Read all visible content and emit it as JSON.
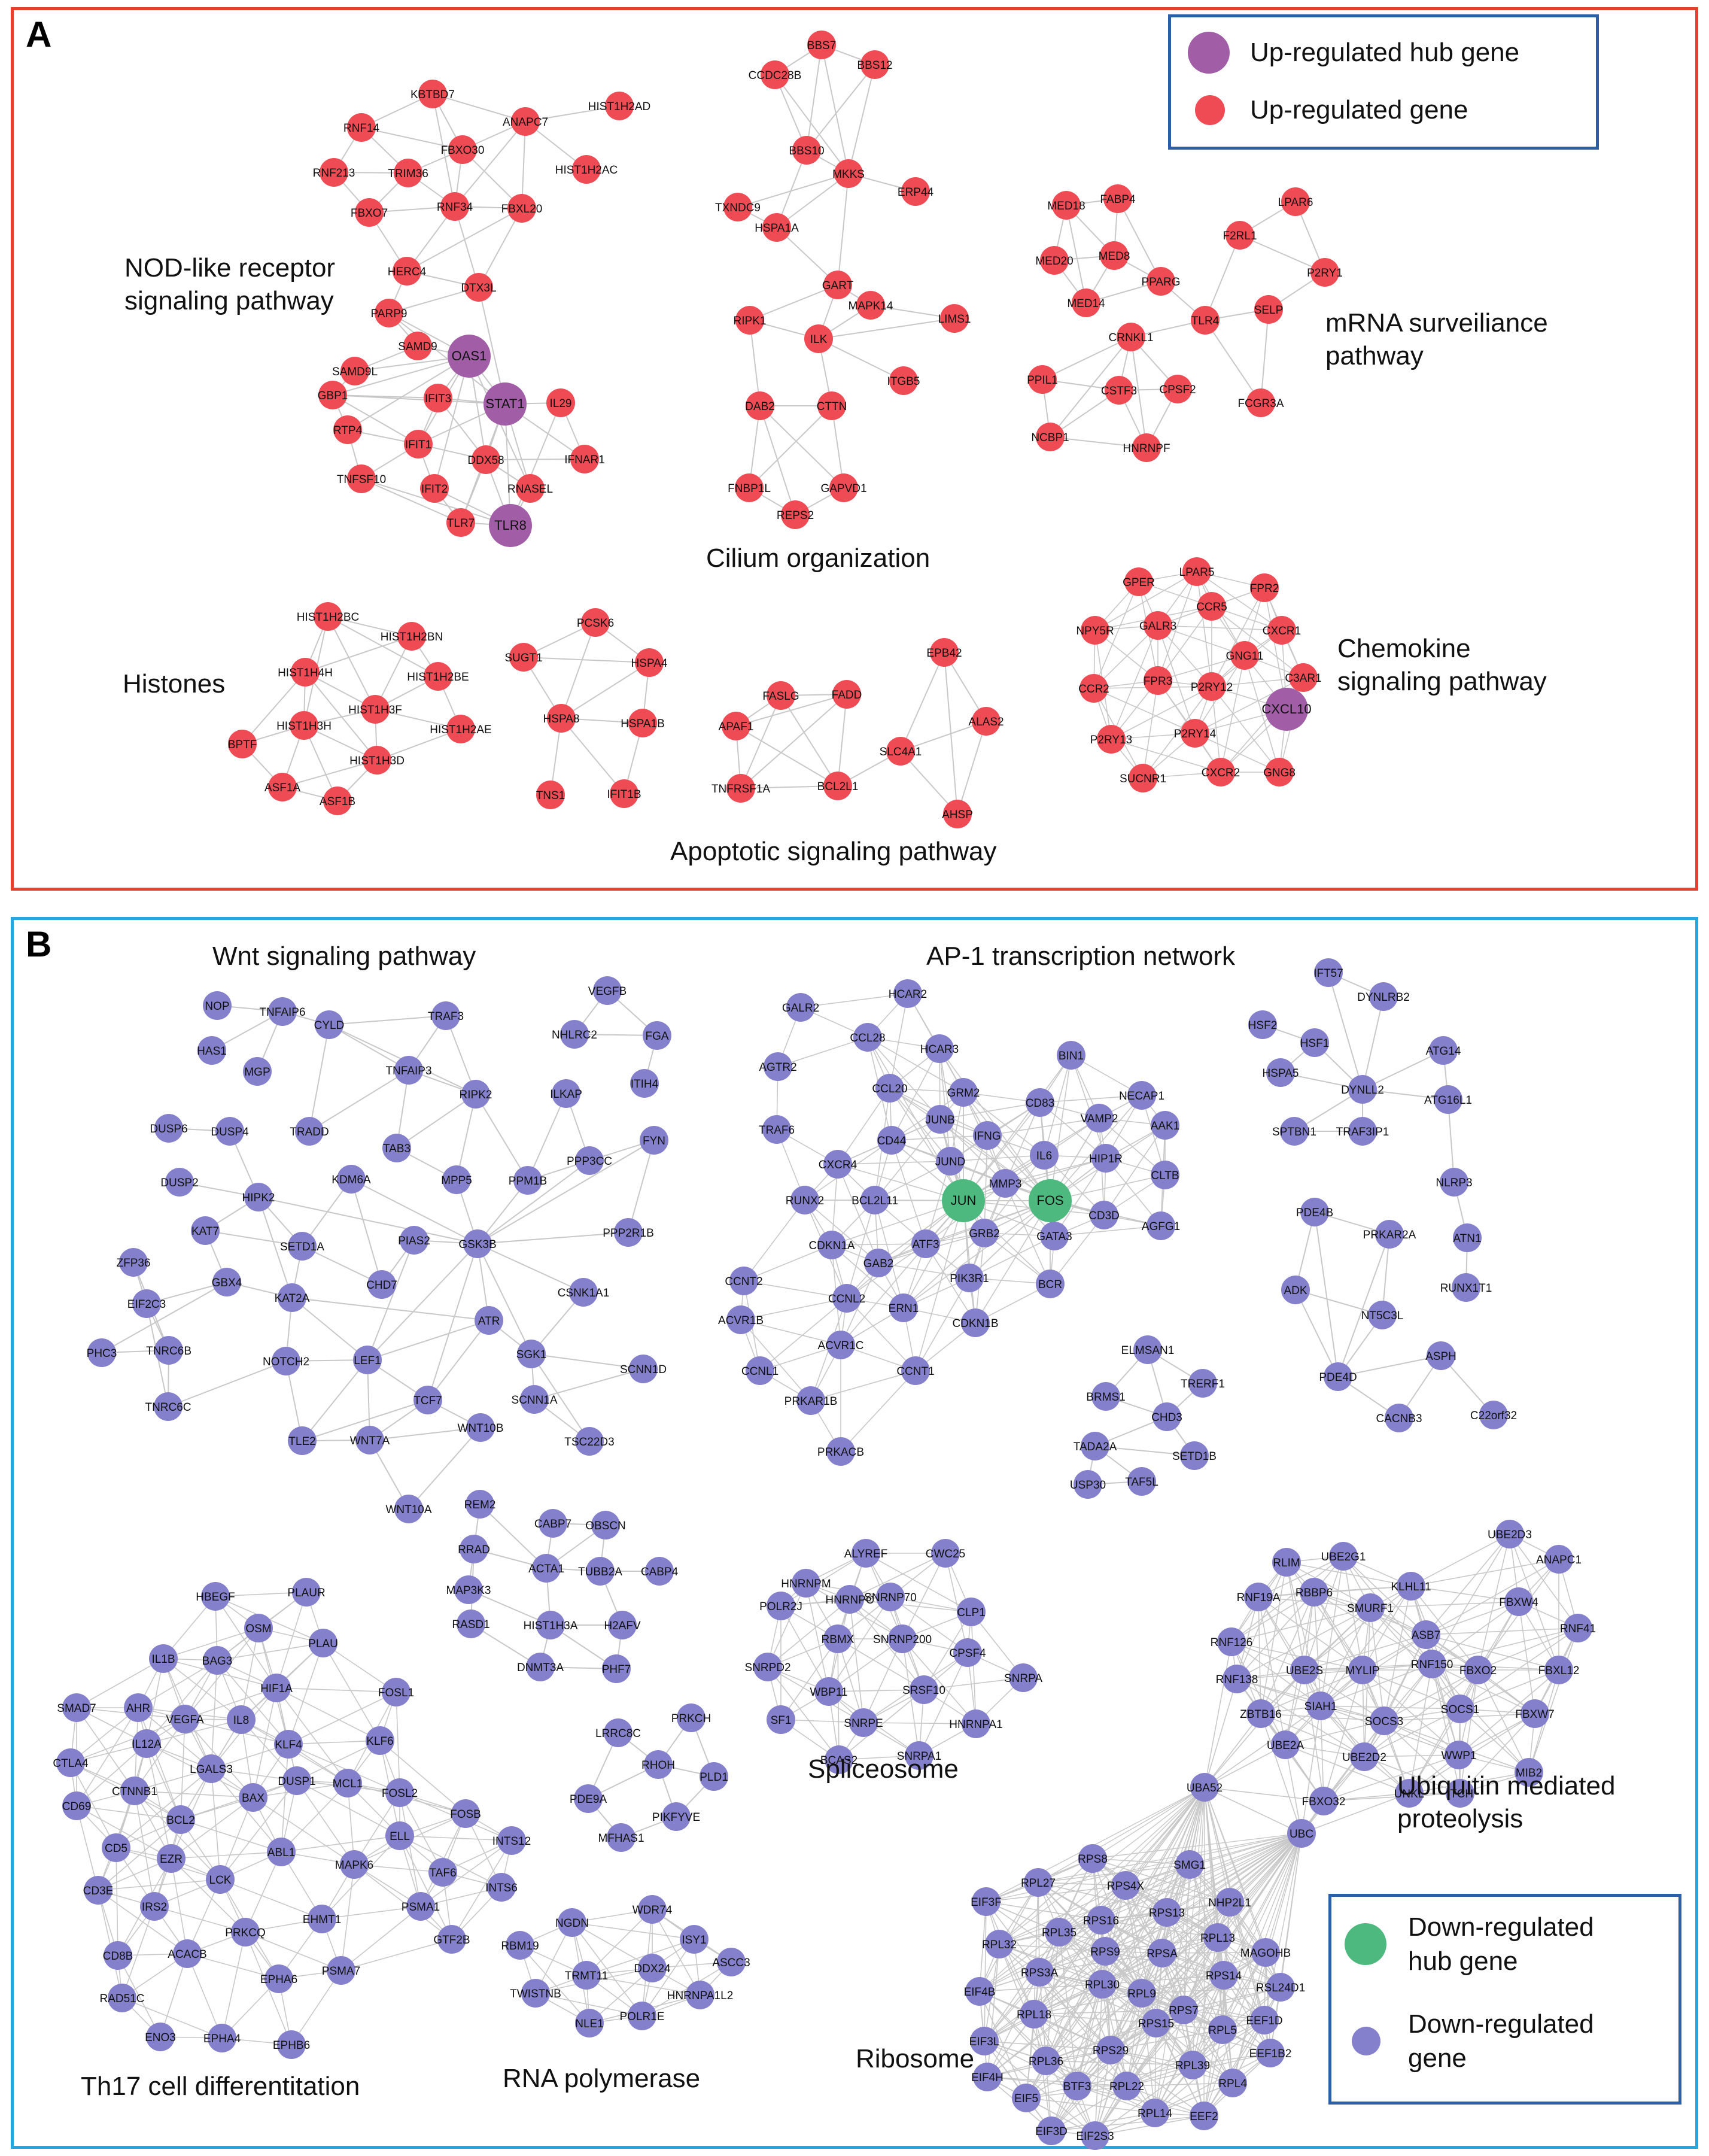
{
  "colors": {
    "up_gene": "#ef4b55",
    "up_hub": "#a15ea6",
    "down_gene": "#8480cc",
    "down_hub": "#4db97e",
    "edge": "#c8c8c8",
    "panel_a_border": "#e8402f",
    "panel_b_border": "#27a7e0",
    "legend_border": "#2d5fa8"
  },
  "panels": {
    "a": {
      "label": "A",
      "legend": {
        "hub": "Up-regulated hub gene",
        "gene": "Up-regulated gene"
      },
      "captions": {
        "nod": "NOD-like receptor\nsignaling pathway",
        "cilium": "Cilium organization",
        "mrna": "mRNA surveiliance\npathway",
        "histones": "Histones",
        "apoptotic": "Apoptotic signaling pathway",
        "chemokine": "Chemokine\nsignaling pathway"
      }
    },
    "b": {
      "label": "B",
      "legend": {
        "hub": "Down-regulated\nhub gene",
        "gene": "Down-regulated\ngene"
      },
      "captions": {
        "wnt": "Wnt signaling pathway",
        "ap1": "AP-1 transcription network",
        "th17": "Th17 cell differentitation",
        "rnapol": "RNA polymerase",
        "spliceosome": "Spliceosome",
        "ribosome": "Ribosome",
        "ubiquitin": "Ubiquitin mediated\nproteolysis"
      }
    }
  },
  "networks": [
    {
      "id": "nod",
      "regulation": "up",
      "hubs": [
        "OAS1",
        "STAT1",
        "TLR8"
      ],
      "genes": [
        "KBTBD7",
        "ANAPC7",
        "HIST1H2AD",
        "RNF14",
        "FBXO30",
        "HIST1H2AC",
        "RNF213",
        "TRIM36",
        "FBXO7",
        "RNF34",
        "FBXL20",
        "HERC4",
        "DTX3L",
        "PARP9",
        "SAMD9",
        "OAS1",
        "SAMD9L",
        "GBP1",
        "IFIT3",
        "STAT1",
        "IL29",
        "RTP4",
        "IFIT1",
        "DDX58",
        "IFNAR1",
        "TNFSF10",
        "IFIT2",
        "RNASEL",
        "TLR7",
        "TLR8"
      ]
    },
    {
      "id": "cilium",
      "regulation": "up",
      "hubs": [],
      "genes": [
        "BBS7",
        "BBS12",
        "CCDC28B",
        "BBS10",
        "MKKS",
        "ERP44",
        "TXNDC9",
        "HSPA1A",
        "GART",
        "MAPK14",
        "RIPK1",
        "ILK",
        "LIMS1",
        "ITGB5",
        "DAB2",
        "CTTN",
        "FNBP1L",
        "GAPVD1",
        "REPS2"
      ]
    },
    {
      "id": "mrna",
      "regulation": "up",
      "hubs": [],
      "genes": [
        "MED18",
        "FABP4",
        "LPAR6",
        "F2RL1",
        "MED20",
        "MED8",
        "P2RY1",
        "PPARG",
        "MED14",
        "TLR4",
        "SELP",
        "CRNKL1",
        "PPIL1",
        "CSTF3",
        "CPSF2",
        "FCGR3A",
        "NCBP1",
        "HNRNPF"
      ]
    },
    {
      "id": "histones",
      "regulation": "up",
      "hubs": [],
      "genes": [
        "HIST1H2BC",
        "HIST1H2BN",
        "HIST1H4H",
        "HIST1H2BE",
        "HIST1H3F",
        "HIST1H3H",
        "HIST1H2AE",
        "BPTF",
        "HIST1H3D",
        "ASF1A",
        "ASF1B"
      ]
    },
    {
      "id": "apoptotic",
      "regulation": "up",
      "hubs": [],
      "genes": [
        "PCSK6",
        "SUGT1",
        "HSPA4",
        "HSPA8",
        "HSPA1B",
        "TNS1",
        "IFIT1B",
        "EPB42",
        "FASLG",
        "FADD",
        "APAF1",
        "ALAS2",
        "SLC4A1",
        "TNFRSF1A",
        "BCL2L1",
        "AHSP"
      ]
    },
    {
      "id": "chemokine",
      "regulation": "up",
      "hubs": [
        "CXCL10"
      ],
      "genes": [
        "GPER",
        "LPAR5",
        "FPR2",
        "CCR5",
        "NPY5R",
        "GALR3",
        "CXCR1",
        "GNG11",
        "CCR2",
        "FPR3",
        "P2RY12",
        "C3AR1",
        "CXCL10",
        "P2RY13",
        "P2RY14",
        "CXCR2",
        "GNG8",
        "SUCNR1"
      ]
    },
    {
      "id": "wnt",
      "regulation": "down",
      "hubs": [],
      "genes": [
        "NOP",
        "TNFAIP6",
        "CYLD",
        "TRAF3",
        "VEGFB",
        "HAS1",
        "NHLRC2",
        "FGA",
        "MGP",
        "TNFAIP3",
        "ITIH4",
        "RIPK2",
        "ILKAP",
        "DUSP6",
        "DUSP4",
        "TRADD",
        "FYN",
        "TAB3",
        "PPP3CC",
        "MPP5",
        "PPM1B",
        "DUSP2",
        "HIPK2",
        "KDM6A",
        "KAT7",
        "SETD1A",
        "PPP2R1B",
        "ZFP36",
        "GBX4",
        "CHD7",
        "PIAS2",
        "GSK3B",
        "EIF2C3",
        "KAT2A",
        "CSNK1A1",
        "PHC3",
        "TNRC6B",
        "ATR",
        "NOTCH2",
        "LEF1",
        "SGK1",
        "SCNN1D",
        "TNRC6C",
        "TCF7",
        "SCNN1A",
        "TLE2",
        "WNT7A",
        "WNT10B",
        "TSC22D3",
        "WNT10A"
      ]
    },
    {
      "id": "ap1",
      "regulation": "down",
      "hubs": [
        "JUN",
        "FOS"
      ],
      "genes": [
        "HCAR2",
        "GALR2",
        "CCL28",
        "HCAR3",
        "AGTR2",
        "BIN1",
        "CCL20",
        "GRM2",
        "NECAP1",
        "JUNB",
        "CD83",
        "VAMP2",
        "AAK1",
        "TRAF6",
        "CD44",
        "IFNG",
        "IL6",
        "HIP1R",
        "CXCR4",
        "JUND",
        "MMP3",
        "CLTB",
        "RUNX2",
        "BCL2L11",
        "JUN",
        "FOS",
        "CD3D",
        "AGFG1",
        "GRB2",
        "GATA3",
        "CDKN1A",
        "ATF3",
        "GAB2",
        "PIK3R1",
        "BCR",
        "CCNT2",
        "CCNL2",
        "ERN1",
        "ACVR1B",
        "CDKN1B",
        "ACVR1C",
        "CCNL1",
        "CCNT1",
        "PRKAR1B",
        "PRKACB"
      ]
    },
    {
      "id": "misc1",
      "regulation": "down",
      "hubs": [],
      "genes": [
        "IFT57",
        "DYNLRB2",
        "HSF2",
        "HSF1",
        "ATG14",
        "HSPA5",
        "DYNLL2",
        "ATG16L1",
        "SPTBN1",
        "TRAF3IP1",
        "NLRP3",
        "PDE4B",
        "PRKAR2A",
        "ATN1",
        "ADK",
        "RUNX1T1",
        "NT5C3L",
        "ASPH",
        "PDE4D",
        "CACNB3",
        "C22orf32"
      ]
    },
    {
      "id": "misc2",
      "regulation": "down",
      "hubs": [],
      "genes": [
        "ELMSAN1",
        "BRMS1",
        "TRERF1",
        "CHD3",
        "TADA2A",
        "SETD1B",
        "USP30",
        "TAF5L"
      ]
    },
    {
      "id": "misc3",
      "regulation": "down",
      "hubs": [],
      "genes": [
        "REM2",
        "CABP7",
        "OBSCN",
        "RRAD",
        "ACTA1",
        "TUBB2A",
        "CABP4",
        "MAP3K3",
        "HIST1H3A",
        "H2AFV",
        "RASD1",
        "DNMT3A",
        "PHF7"
      ]
    },
    {
      "id": "misc4",
      "regulation": "down",
      "hubs": [],
      "genes": [
        "LRRC8C",
        "PRKCH",
        "RHOH",
        "PLD1",
        "PDE9A",
        "PIKFYVE",
        "MFHAS1"
      ]
    },
    {
      "id": "th17",
      "regulation": "down",
      "hubs": [],
      "genes": [
        "HBEGF",
        "PLAUR",
        "OSM",
        "IL1B",
        "BAG3",
        "PLAU",
        "HIF1A",
        "FOSL1",
        "SMAD7",
        "AHR",
        "VEGFA",
        "IL8",
        "KLF6",
        "IL12A",
        "KLF4",
        "CTLA4",
        "LGALS3",
        "DUSP1",
        "FOSL2",
        "CTNNB1",
        "BAX",
        "MCL1",
        "FOSB",
        "CD69",
        "BCL2",
        "ELL",
        "INTS12",
        "CD5",
        "EZR",
        "ABL1",
        "MAPK6",
        "TAF6",
        "INTS6",
        "CD3E",
        "LCK",
        "IRS2",
        "EHMT1",
        "PSMA1",
        "GTF2B",
        "CD8B",
        "ACACB",
        "PRKCQ",
        "RAD51C",
        "EPHA6",
        "PSMA7",
        "ENO3",
        "EPHA4",
        "EPHB6"
      ]
    },
    {
      "id": "rnapol",
      "regulation": "down",
      "hubs": [],
      "genes": [
        "NGDN",
        "WDR74",
        "RBM19",
        "ISY1",
        "ASCC3",
        "DDX24",
        "TRMT11",
        "TWISTNB",
        "HNRNPA1L2",
        "NLE1",
        "POLR1E"
      ]
    },
    {
      "id": "spliceosome",
      "regulation": "down",
      "hubs": [],
      "genes": [
        "ALYREF",
        "CWC25",
        "HNRNPM",
        "SNRNP70",
        "HNRNPC",
        "POLR2J",
        "CLP1",
        "RBMX",
        "SNRNP200",
        "CPSF4",
        "SNRPD2",
        "SNRPA",
        "WBP11",
        "SRSF10",
        "SF1",
        "SNRPE",
        "HNRNPA1",
        "BCAS2",
        "SNRPA1"
      ]
    },
    {
      "id": "ubiquitin",
      "regulation": "down",
      "hubs": [],
      "genes": [
        "UBE2D3",
        "RLIM",
        "UBE2G1",
        "ANAPC1",
        "KLHL11",
        "RNF19A",
        "RBBP6",
        "SMURF1",
        "FBXW4",
        "RNF41",
        "RNF126",
        "ASB7",
        "RNF138",
        "UBE2S",
        "MYLIP",
        "RNF150",
        "FBXO2",
        "FBXL12",
        "ZBTB16",
        "SIAH1",
        "SOCS3",
        "SOCS1",
        "FBXW7",
        "UBE2A",
        "UBE2D2",
        "WWP1",
        "MIB2",
        "UBA52",
        "FBXO32",
        "UNKL",
        "ITCH",
        "UBC"
      ]
    },
    {
      "id": "ribosome",
      "regulation": "down",
      "hubs": [],
      "genes": [
        "RPS8",
        "RPL27",
        "SMG1",
        "RPS4X",
        "EIF3F",
        "RPS16",
        "RPS13",
        "NHP2L1",
        "RPL35",
        "RPL13",
        "RPL32",
        "RPS9",
        "RPSA",
        "MAGOHB",
        "RPS3A",
        "RPS14",
        "RSL24D1",
        "EIF4B",
        "RPL30",
        "RPL9",
        "RPS7",
        "EEF1D",
        "RPL18",
        "RPS15",
        "RPL5",
        "EIF3L",
        "RPS29",
        "RPL36",
        "EEF1B2",
        "EIF4H",
        "BTF3",
        "RPL22",
        "RPL39",
        "RPL4",
        "EIF5",
        "RPL14",
        "EEF2",
        "EIF3D",
        "EIF2S3"
      ]
    }
  ]
}
